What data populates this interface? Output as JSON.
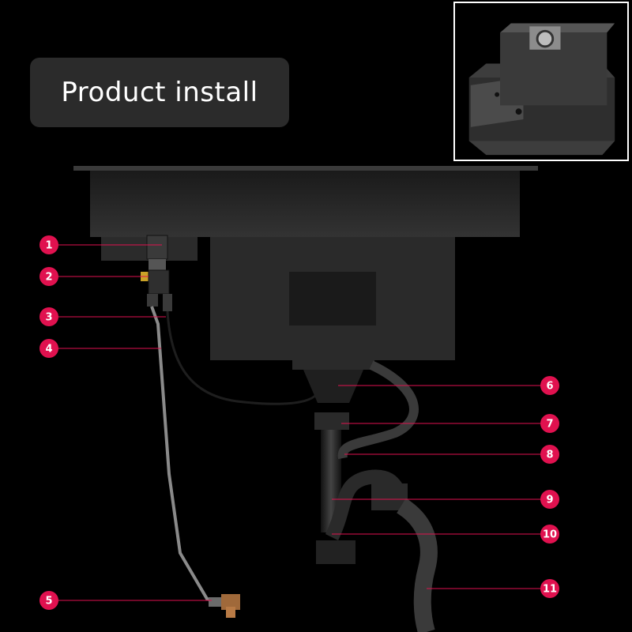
{
  "title": "Product install",
  "colors": {
    "background": "#000000",
    "title_box": "#2b2b2b",
    "callout": "#e0114f",
    "sink": "#2a2a2a",
    "inset_border": "#ffffff"
  },
  "callouts": [
    {
      "number": "1"
    },
    {
      "number": "2"
    },
    {
      "number": "3"
    },
    {
      "number": "4"
    },
    {
      "number": "5"
    },
    {
      "number": "6"
    },
    {
      "number": "7"
    },
    {
      "number": "8"
    },
    {
      "number": "9"
    },
    {
      "number": "10"
    },
    {
      "number": "11"
    }
  ]
}
